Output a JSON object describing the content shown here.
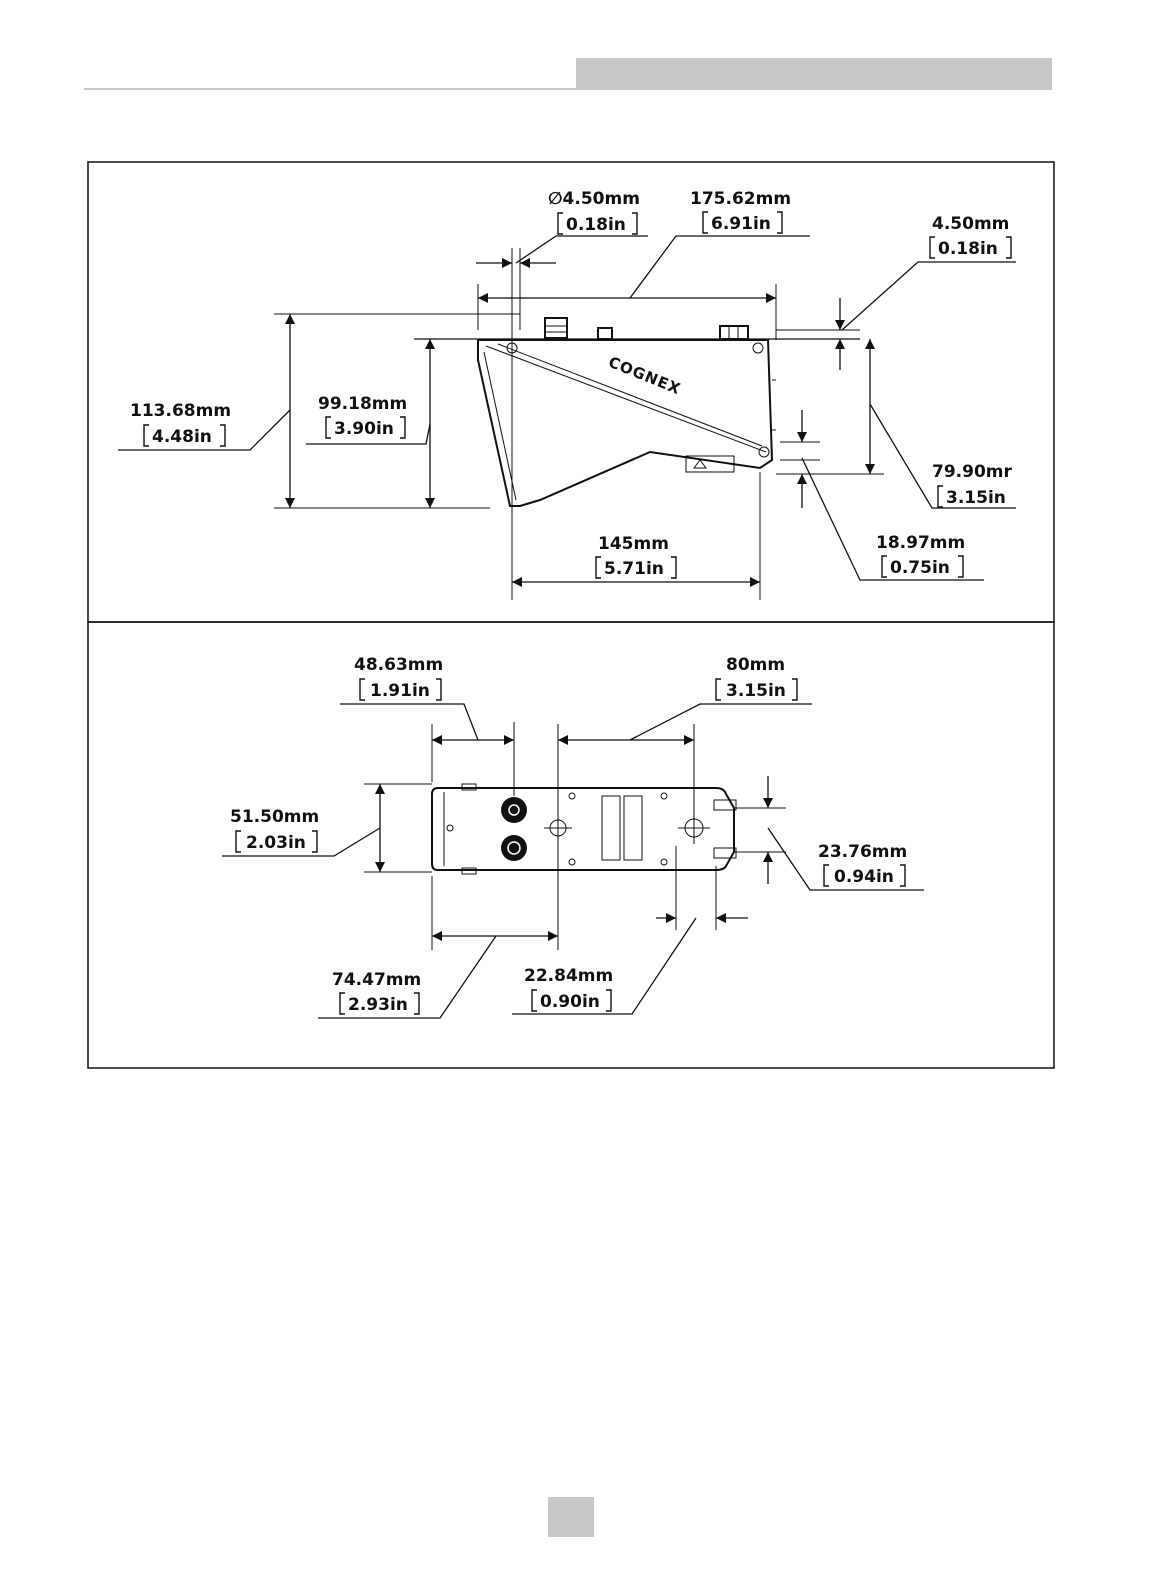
{
  "side_view": {
    "hole_dia": {
      "mm": "∅4.50mm",
      "in": "0.18in"
    },
    "length": {
      "mm": "175.62mm",
      "in": "6.91in"
    },
    "top_offset": {
      "mm": "4.50mm",
      "in": "0.18in"
    },
    "overall_height": {
      "mm": "113.68mm",
      "in": "4.48in"
    },
    "body_height": {
      "mm": "99.18mm",
      "in": "3.90in"
    },
    "rear_height": {
      "mm": "79.90mr",
      "in": "3.15in"
    },
    "small_offset": {
      "mm": "18.97mm",
      "in": "0.75in"
    },
    "base_length": {
      "mm": "145mm",
      "in": "5.71in"
    },
    "brand_logo": "COGNEX"
  },
  "top_view": {
    "conn_offset": {
      "mm": "48.63mm",
      "in": "1.91in"
    },
    "hole_spacing": {
      "mm": "80mm",
      "in": "3.15in"
    },
    "width": {
      "mm": "51.50mm",
      "in": "2.03in"
    },
    "side_offset": {
      "mm": "23.76mm",
      "in": "0.94in"
    },
    "hole_from_end": {
      "mm": "74.47mm",
      "in": "2.93in"
    },
    "end_offset": {
      "mm": "22.84mm",
      "in": "0.90in"
    }
  }
}
